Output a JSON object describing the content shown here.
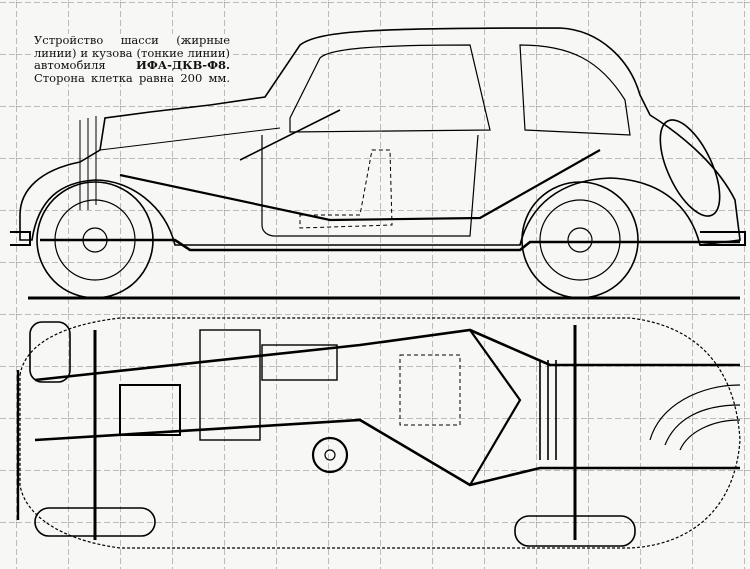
{
  "figure": {
    "caption": {
      "text_part1": "Устройство шасси (жирные линии) и кузова (тонкие линии) автомобиля",
      "model": "ИФА-ДКВ-Ф8.",
      "text_part2": "Сторона клетка равна 200 мм."
    },
    "views": [
      {
        "name": "side-elevation",
        "description": "side view"
      },
      {
        "name": "plan-view",
        "description": "top view"
      }
    ]
  }
}
